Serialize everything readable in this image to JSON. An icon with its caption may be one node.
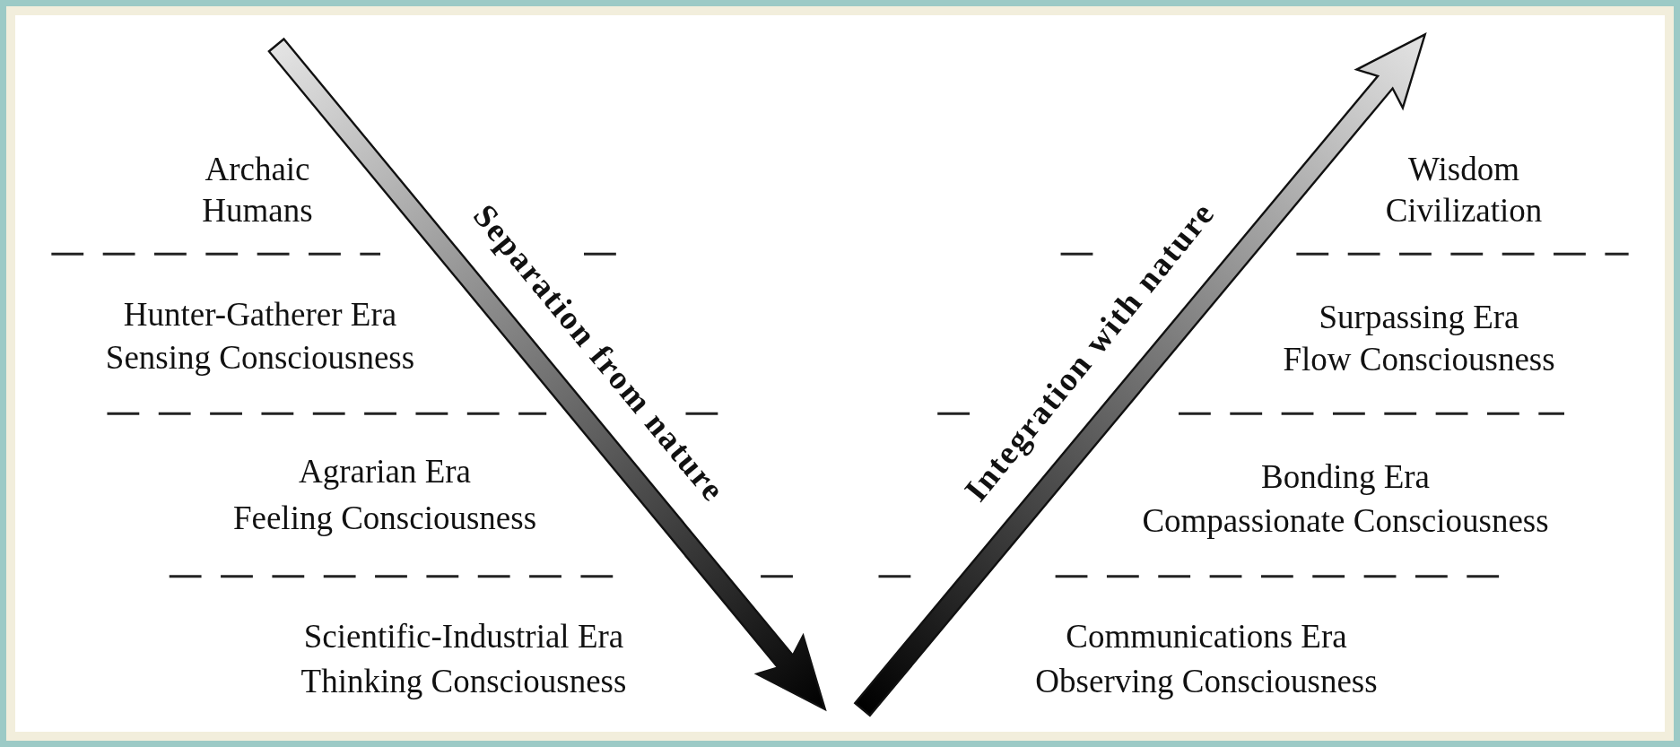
{
  "diagram": {
    "labels": [
      "Archaic Humans",
      "Separation from nature",
      "Integration with nature",
      "Wisdom Civilization",
      "Hunter-Gatherer Era",
      "Sensing Consciousness",
      "Surpassing Era",
      "Flow Consciousness",
      "Agrarian Era",
      "Feeling Consciousness",
      "Bonding Era",
      "Compassionate Consciousness",
      "Scientific-Industrial Era",
      "Thinking Consciousness",
      "Communications Era",
      "Observing Consciousness"
    ]
  }
}
